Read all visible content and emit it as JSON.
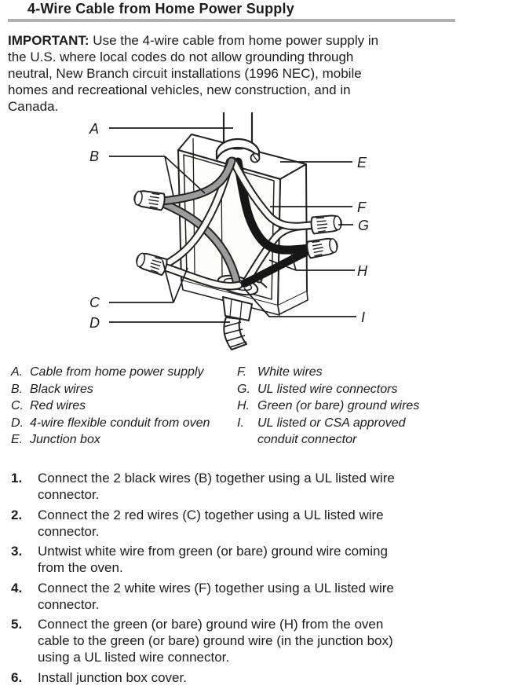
{
  "page": {
    "title": "4-Wire Cable from Home Power Supply"
  },
  "intro": {
    "label": "IMPORTANT:",
    "lines": [
      "Use the 4-wire cable from home power supply in",
      "the U.S. where local codes do not allow grounding through",
      "neutral, New Branch circuit installations (1996 NEC), mobile",
      "homes and recreational vehicles, new construction, and in",
      "Canada."
    ]
  },
  "diagram": {
    "description": "Junction box wiring diagram with callouts",
    "callouts": [
      {
        "letter": "A"
      },
      {
        "letter": "B"
      },
      {
        "letter": "C"
      },
      {
        "letter": "D"
      },
      {
        "letter": "E"
      },
      {
        "letter": "F"
      },
      {
        "letter": "G"
      },
      {
        "letter": "H"
      },
      {
        "letter": "I"
      }
    ],
    "colors": {
      "line": "#222222",
      "black_wire": "#161616",
      "gray_wire": "#9c9c9c",
      "white_wire": "#fcfbf8",
      "box_fill": "#ffffff"
    }
  },
  "legend": {
    "left": [
      {
        "key": "A.",
        "lines": [
          "Cable from home power supply"
        ]
      },
      {
        "key": "B.",
        "lines": [
          "Black wires"
        ]
      },
      {
        "key": "C.",
        "lines": [
          "Red wires"
        ]
      },
      {
        "key": "D.",
        "lines": [
          "4-wire flexible conduit from oven"
        ]
      },
      {
        "key": "E.",
        "lines": [
          "Junction box"
        ]
      }
    ],
    "right": [
      {
        "key": "F.",
        "lines": [
          "White wires"
        ]
      },
      {
        "key": "G.",
        "lines": [
          "UL listed wire connectors"
        ]
      },
      {
        "key": "H.",
        "lines": [
          "Green (or bare) ground wires"
        ]
      },
      {
        "key": "I.",
        "lines": [
          "UL listed or CSA approved",
          "conduit connector"
        ]
      }
    ]
  },
  "steps": [
    {
      "num": "1.",
      "lines": [
        "Connect the 2 black wires (B) together using a UL listed wire",
        "connector."
      ]
    },
    {
      "num": "2.",
      "lines": [
        "Connect the 2 red wires (C) together using a UL listed wire",
        "connector."
      ]
    },
    {
      "num": "3.",
      "lines": [
        "Untwist white wire from green (or bare) ground wire coming",
        "from the oven."
      ]
    },
    {
      "num": "4.",
      "lines": [
        "Connect the 2 white wires (F) together using a UL listed wire",
        "connector."
      ]
    },
    {
      "num": "5.",
      "lines": [
        "Connect the green (or bare) ground wire (H) from the oven",
        "cable to the green (or bare) ground wire (in the junction box)",
        "using a UL listed wire connector."
      ]
    },
    {
      "num": "6.",
      "lines": [
        "Install junction box cover."
      ]
    }
  ]
}
